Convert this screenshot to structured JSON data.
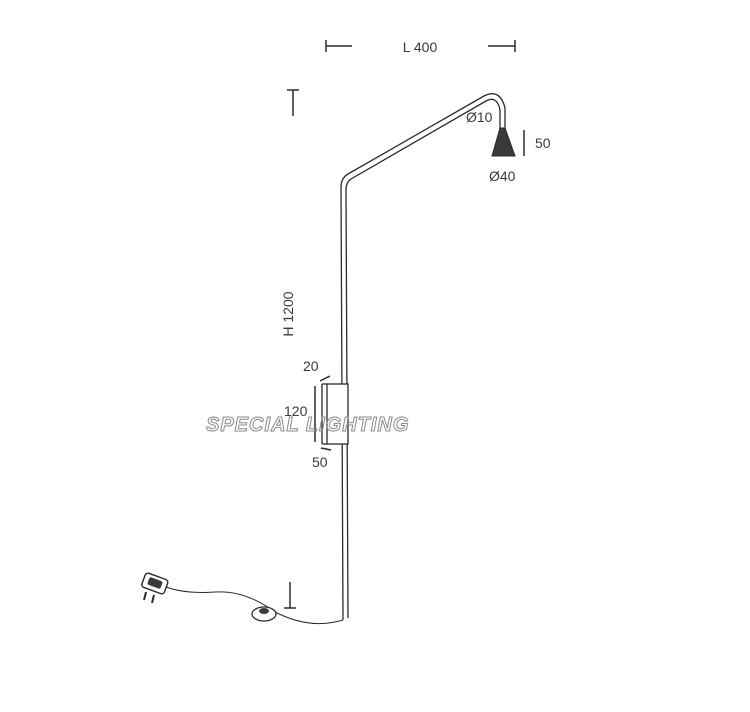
{
  "dimensions": {
    "length": "L 400",
    "height": "H 1200",
    "head_diameter_small": "Ø10",
    "head_length": "50",
    "head_diameter_large": "Ø40",
    "box_depth": "20",
    "box_height": "120",
    "box_width": "50"
  },
  "watermark": "SPECIAL LIGHTING",
  "colors": {
    "line": "#2b2b2b",
    "text": "#3a3a3a",
    "watermark": "#8a8a8a",
    "background": "#ffffff"
  }
}
